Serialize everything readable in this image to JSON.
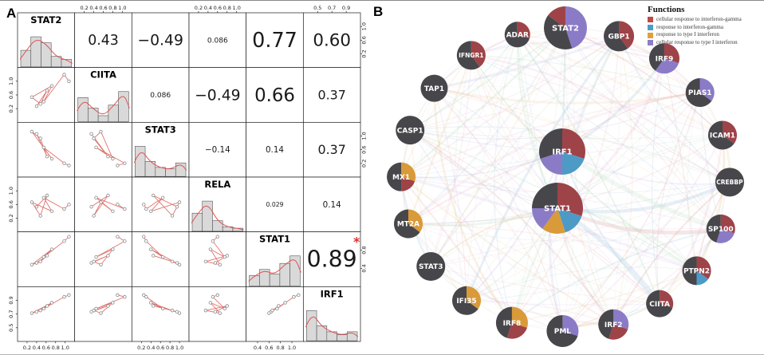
{
  "chart_data": [
    {
      "type": "scatterplot-matrix",
      "panel_label": "A",
      "variables": [
        "STAT2",
        "CIITA",
        "STAT3",
        "RELA",
        "STAT1",
        "IRF1"
      ],
      "correlations": [
        {
          "x": "STAT2",
          "y": "CIITA",
          "label": "0.43",
          "v": 0.43
        },
        {
          "x": "STAT2",
          "y": "STAT3",
          "label": "−0.49",
          "v": -0.49
        },
        {
          "x": "STAT2",
          "y": "RELA",
          "label": "0.086",
          "v": 0.086
        },
        {
          "x": "STAT2",
          "y": "STAT1",
          "label": "0.77",
          "v": 0.77
        },
        {
          "x": "STAT2",
          "y": "IRF1",
          "label": "0.60",
          "v": 0.6
        },
        {
          "x": "CIITA",
          "y": "STAT3",
          "label": "0.086",
          "v": 0.086
        },
        {
          "x": "CIITA",
          "y": "RELA",
          "label": "−0.49",
          "v": -0.49
        },
        {
          "x": "CIITA",
          "y": "STAT1",
          "label": "0.66",
          "v": 0.66
        },
        {
          "x": "CIITA",
          "y": "IRF1",
          "label": "0.37",
          "v": 0.37
        },
        {
          "x": "STAT3",
          "y": "RELA",
          "label": "−0.14",
          "v": -0.14
        },
        {
          "x": "STAT3",
          "y": "STAT1",
          "label": "0.14",
          "v": 0.14
        },
        {
          "x": "STAT3",
          "y": "IRF1",
          "label": "0.37",
          "v": 0.37
        },
        {
          "x": "RELA",
          "y": "STAT1",
          "label": "0.029",
          "v": 0.029
        },
        {
          "x": "RELA",
          "y": "IRF1",
          "label": "0.14",
          "v": 0.14
        },
        {
          "x": "STAT1",
          "y": "IRF1",
          "label": "0.89",
          "v": 0.89,
          "sig": "*"
        }
      ],
      "sig_color": "#e03030",
      "histograms": {
        "STAT2": [
          0.55,
          1.0,
          0.8,
          0.35,
          0.25
        ],
        "CIITA": [
          0.8,
          0.45,
          0.2,
          0.55,
          1.0
        ],
        "STAT3": [
          1.0,
          0.5,
          0.3,
          0.25,
          0.45
        ],
        "RELA": [
          0.6,
          1.0,
          0.35,
          0.15,
          0.1
        ],
        "STAT1": [
          0.35,
          0.55,
          0.4,
          0.75,
          1.0
        ],
        "IRF1": [
          1.0,
          0.5,
          0.3,
          0.2,
          0.3
        ]
      },
      "series": {
        "STAT2": [
          0.3,
          0.52,
          0.38,
          0.2,
          0.62,
          0.45,
          0.88,
          0.98
        ],
        "CIITA": [
          0.25,
          0.6,
          0.3,
          0.45,
          0.7,
          0.35,
          0.95,
          0.8
        ],
        "STAT3": [
          0.85,
          0.35,
          0.75,
          0.9,
          0.3,
          0.55,
          0.2,
          0.15
        ],
        "RELA": [
          0.45,
          0.7,
          0.25,
          0.55,
          0.35,
          0.65,
          0.4,
          0.5
        ],
        "STAT1": [
          0.42,
          0.58,
          0.45,
          0.38,
          0.72,
          0.55,
          0.9,
          1.0
        ],
        "IRF1": [
          0.55,
          0.68,
          0.58,
          0.52,
          0.75,
          0.62,
          0.88,
          0.92
        ]
      },
      "axis_ticks": {
        "top": [
          {
            "col": 1,
            "labels": [
              "0.2",
              "0.4",
              "0.6",
              "0.8",
              "1.0"
            ]
          },
          {
            "col": 3,
            "labels": [
              "0.2",
              "0.4",
              "0.6",
              "0.8",
              "1.0"
            ]
          },
          {
            "col": 5,
            "labels": [
              "0.5",
              "0.7",
              "0.9"
            ]
          }
        ],
        "bottom": [
          {
            "col": 0,
            "labels": [
              "0.2",
              "0.4",
              "0.6",
              "0.8",
              "1.0"
            ]
          },
          {
            "col": 2,
            "labels": [
              "0.2",
              "0.4",
              "0.6",
              "0.8",
              "1.0"
            ]
          },
          {
            "col": 4,
            "labels": [
              "0.4",
              "0.6",
              "0.8",
              "1.0"
            ]
          }
        ],
        "left": [
          {
            "row": 1,
            "labels": [
              "0.2",
              "0.6",
              "1.0"
            ]
          },
          {
            "row": 3,
            "labels": [
              "0.2",
              "0.6",
              "1.0"
            ]
          },
          {
            "row": 5,
            "labels": [
              "0.5",
              "0.7",
              "0.9"
            ]
          }
        ],
        "right": [
          {
            "row": 0,
            "labels": [
              "0.2",
              "0.6",
              "1.0"
            ]
          },
          {
            "row": 2,
            "labels": [
              "0.2",
              "0.6",
              "1.0"
            ]
          },
          {
            "row": 4,
            "labels": [
              "0.4",
              "0.8"
            ]
          }
        ]
      },
      "style": {
        "bar_fill": "#d9d9d9",
        "density_line": "#e05252",
        "scatter_line": "#e0716c",
        "point_stroke": "#8a8a8a"
      }
    },
    {
      "type": "network",
      "panel_label": "B",
      "legend": {
        "title": "Functions",
        "position": "top-right",
        "items": [
          {
            "label": "cellular response to interferon-gamma",
            "color": "#BE4B48"
          },
          {
            "label": "response to interferon-gamma",
            "color": "#4A9CC9"
          },
          {
            "label": "response to type I interferon",
            "color": "#DFA13C"
          },
          {
            "label": "cellular response to type I interferon",
            "color": "#8D7EC9"
          }
        ]
      },
      "node_colors": {
        "dark": "#47474B",
        "red": "#9E4348",
        "blue": "#4D9AC6",
        "orange": "#D99A3A",
        "purple": "#8B7BC7"
      },
      "edge_palette": [
        "#E2AFAF",
        "#AFCBE2",
        "#EECF9E",
        "#CBC0E8",
        "#B7D8BA",
        "#EFC3D8"
      ],
      "nodes": [
        {
          "id": "STAT2",
          "angle": -90,
          "r": 27,
          "segments": [
            {
              "c": "purple",
              "f": 0.45
            },
            {
              "c": "dark",
              "f": 0.4
            },
            {
              "c": "red",
              "f": 0.15
            }
          ]
        },
        {
          "id": "GBP1",
          "angle": -71,
          "r": 19,
          "segments": [
            {
              "c": "red",
              "f": 0.4
            },
            {
              "c": "dark",
              "f": 0.6
            }
          ]
        },
        {
          "id": "IRF9",
          "angle": -53,
          "r": 19,
          "segments": [
            {
              "c": "red",
              "f": 0.3
            },
            {
              "c": "purple",
              "f": 0.3
            },
            {
              "c": "dark",
              "f": 0.4
            }
          ]
        },
        {
          "id": "PIAS1",
          "angle": -35,
          "r": 18,
          "segments": [
            {
              "c": "purple",
              "f": 0.35
            },
            {
              "c": "dark",
              "f": 0.65
            }
          ]
        },
        {
          "id": "ICAM1",
          "angle": -17,
          "r": 18,
          "segments": [
            {
              "c": "red",
              "f": 0.35
            },
            {
              "c": "dark",
              "f": 0.65
            }
          ]
        },
        {
          "id": "CREBBP",
          "angle": 1,
          "r": 18,
          "segments": [
            {
              "c": "dark",
              "f": 1.0
            }
          ]
        },
        {
          "id": "SP100",
          "angle": 19,
          "r": 18,
          "segments": [
            {
              "c": "red",
              "f": 0.3
            },
            {
              "c": "purple",
              "f": 0.25
            },
            {
              "c": "dark",
              "f": 0.45
            }
          ]
        },
        {
          "id": "PTPN2",
          "angle": 37,
          "r": 18,
          "segments": [
            {
              "c": "red",
              "f": 0.35
            },
            {
              "c": "blue",
              "f": 0.15
            },
            {
              "c": "dark",
              "f": 0.5
            }
          ]
        },
        {
          "id": "CIITA",
          "angle": 55,
          "r": 17,
          "segments": [
            {
              "c": "red",
              "f": 0.3
            },
            {
              "c": "dark",
              "f": 0.7
            }
          ]
        },
        {
          "id": "IRF2",
          "angle": 73,
          "r": 19,
          "segments": [
            {
              "c": "purple",
              "f": 0.3
            },
            {
              "c": "red",
              "f": 0.25
            },
            {
              "c": "dark",
              "f": 0.45
            }
          ]
        },
        {
          "id": "PML",
          "angle": 91,
          "r": 20,
          "segments": [
            {
              "c": "purple",
              "f": 0.3
            },
            {
              "c": "dark",
              "f": 0.7
            }
          ]
        },
        {
          "id": "IRF8",
          "angle": 109,
          "r": 20,
          "segments": [
            {
              "c": "orange",
              "f": 0.3
            },
            {
              "c": "red",
              "f": 0.25
            },
            {
              "c": "dark",
              "f": 0.45
            }
          ]
        },
        {
          "id": "IFI35",
          "angle": 127,
          "r": 18,
          "segments": [
            {
              "c": "orange",
              "f": 0.35
            },
            {
              "c": "dark",
              "f": 0.65
            }
          ]
        },
        {
          "id": "STAT3",
          "angle": 145,
          "r": 18,
          "segments": [
            {
              "c": "dark",
              "f": 1.0
            }
          ]
        },
        {
          "id": "MT2A",
          "angle": 163,
          "r": 18,
          "segments": [
            {
              "c": "orange",
              "f": 0.35
            },
            {
              "c": "dark",
              "f": 0.65
            }
          ]
        },
        {
          "id": "MX1",
          "angle": 181,
          "r": 18,
          "segments": [
            {
              "c": "orange",
              "f": 0.3
            },
            {
              "c": "red",
              "f": 0.2
            },
            {
              "c": "dark",
              "f": 0.5
            }
          ]
        },
        {
          "id": "CASP1",
          "angle": 199,
          "r": 18,
          "segments": [
            {
              "c": "dark",
              "f": 1.0
            }
          ]
        },
        {
          "id": "TAP1",
          "angle": 217,
          "r": 17,
          "segments": [
            {
              "c": "dark",
              "f": 1.0
            }
          ]
        },
        {
          "id": "IFNGR1",
          "angle": 235,
          "r": 18,
          "segments": [
            {
              "c": "red",
              "f": 0.4
            },
            {
              "c": "dark",
              "f": 0.6
            }
          ]
        },
        {
          "id": "ADAR",
          "angle": 253,
          "r": 16,
          "segments": [
            {
              "c": "red",
              "f": 0.3
            },
            {
              "c": "dark",
              "f": 0.7
            }
          ]
        },
        {
          "id": "IRF1",
          "pos": [
            243,
            189
          ],
          "r": 29,
          "segments": [
            {
              "c": "red",
              "f": 0.3
            },
            {
              "c": "blue",
              "f": 0.2
            },
            {
              "c": "purple",
              "f": 0.2
            },
            {
              "c": "dark",
              "f": 0.3
            }
          ]
        },
        {
          "id": "STAT1",
          "pos": [
            237,
            260
          ],
          "r": 32,
          "segments": [
            {
              "c": "red",
              "f": 0.3
            },
            {
              "c": "blue",
              "f": 0.15
            },
            {
              "c": "orange",
              "f": 0.15
            },
            {
              "c": "purple",
              "f": 0.15
            },
            {
              "c": "dark",
              "f": 0.25
            }
          ]
        }
      ]
    }
  ]
}
